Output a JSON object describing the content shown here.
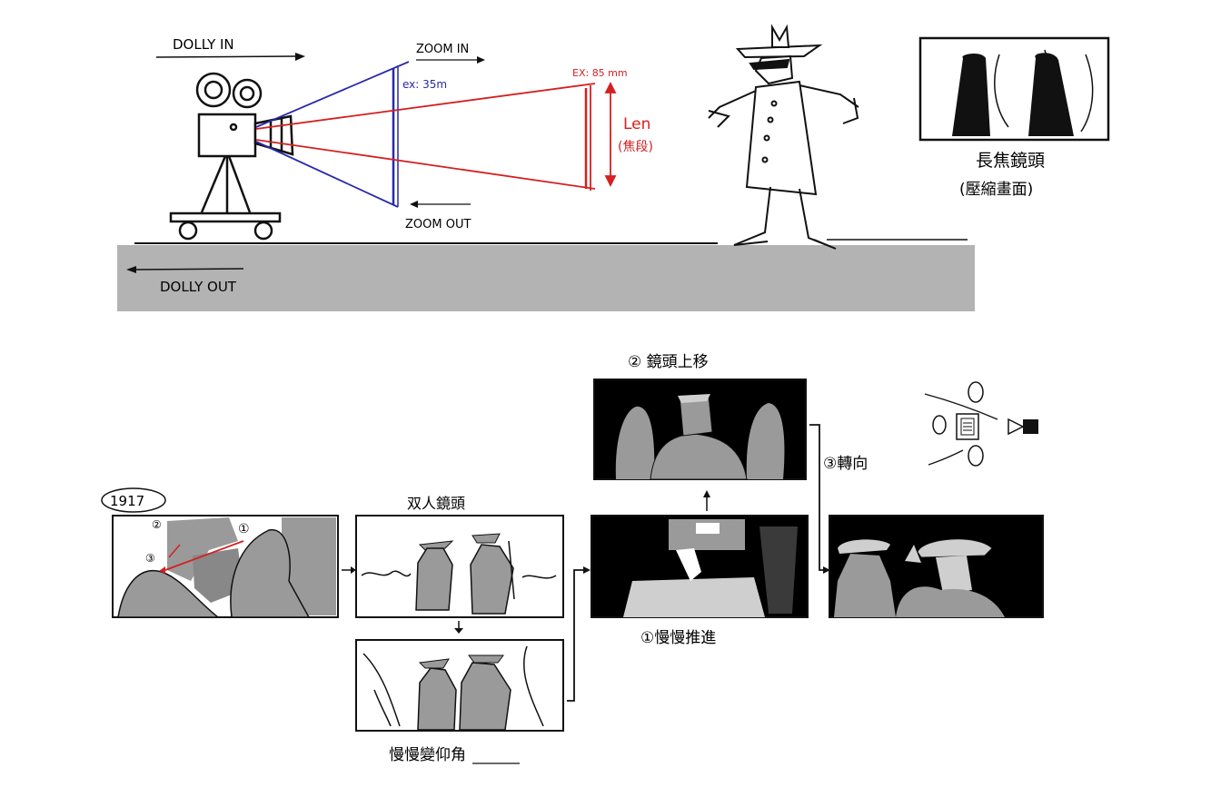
{
  "top_diagram": {
    "dolly_in": "DOLLY IN",
    "dolly_out": "DOLLY OUT",
    "zoom_in": "ZOOM IN",
    "zoom_out": "ZOOM OUT",
    "lens_35": "ex: 35m",
    "lens_85": "EX: 85 mm",
    "len_label": "Len",
    "len_sub": "(焦段)",
    "tele_title": "長焦鏡頭",
    "tele_sub": "(壓縮畫面)",
    "colors": {
      "wide": "#2a2aa8",
      "tele": "#d42020",
      "ground": "#b3b3b3"
    }
  },
  "storyboard": {
    "film_tag": "1917",
    "panel1_markers": [
      "①",
      "②",
      "③"
    ],
    "two_shot_label": "双人鏡頭",
    "low_angle_label": "慢慢變仰角",
    "step1_label": "①慢慢推進",
    "step2_label": "② 鏡頭上移",
    "step3_label": "③轉向",
    "diagram_icons": [
      "camera-icon",
      "actor-icon",
      "map-table-icon"
    ]
  }
}
